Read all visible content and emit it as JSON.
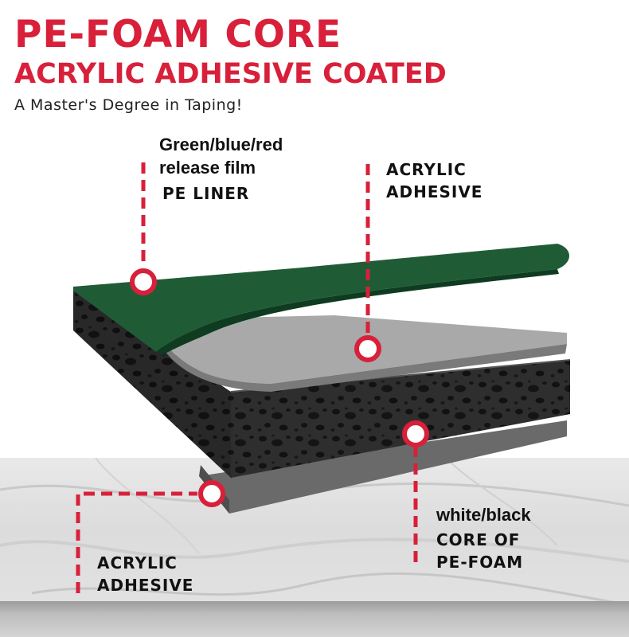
{
  "header": {
    "title": "PE-FOAM CORE",
    "subtitle": "ACRYLIC ADHESIVE COATED",
    "tagline": "A Master's Degree in Taping!"
  },
  "labels": {
    "release_film_line1": "Green/blue/red",
    "release_film_line2": "release film",
    "pe_liner": "PE LINER",
    "top_adhesive_line1": "ACRYLIC",
    "top_adhesive_line2": "ADHESIVE",
    "core_line1": "white/black",
    "core_line2": "CORE OF",
    "core_line3": "PE-FOAM",
    "bottom_adhesive_line1": "ACRYLIC",
    "bottom_adhesive_line2": "ADHESIVE"
  },
  "colors": {
    "accent_red": "#d8203a",
    "liner_green": "#1e5a34",
    "adhesive_gray": "#6e6e6e",
    "foam_black": "#2b2b2b"
  }
}
